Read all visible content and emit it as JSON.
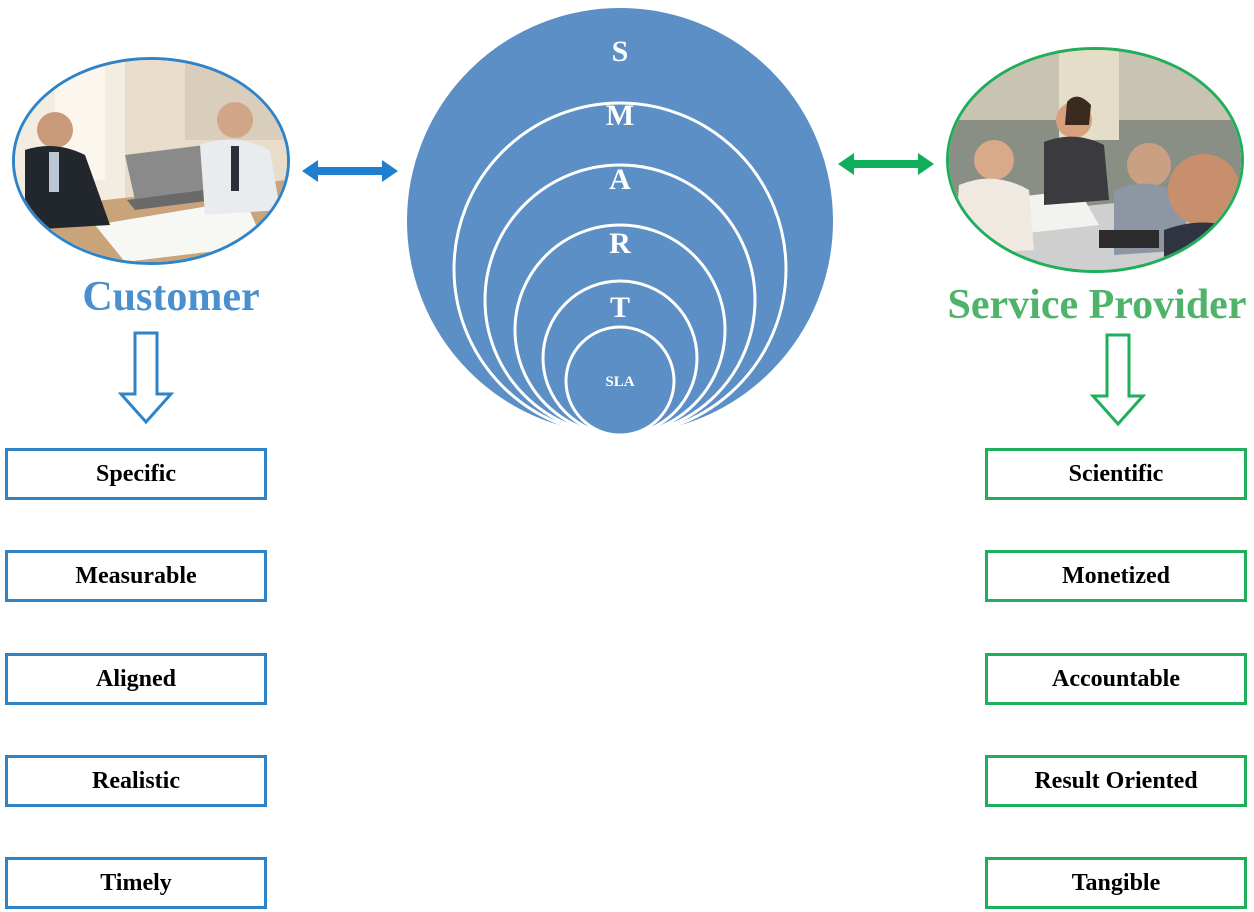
{
  "customer": {
    "title": "Customer",
    "color": "#4a90cf",
    "items": [
      "Specific",
      "Measurable",
      "Aligned",
      "Realistic",
      "Timely"
    ]
  },
  "provider": {
    "title": "Service Provider",
    "color": "#4fb36a",
    "items": [
      "Scientific",
      "Monetized",
      "Accountable",
      "Result Oriented",
      "Tangible"
    ]
  },
  "center": {
    "letters": [
      "S",
      "M",
      "A",
      "R",
      "T"
    ],
    "core_label": "SLA",
    "fill": "#5b8fc5"
  },
  "icons": {
    "left_connector": "double-arrow-icon",
    "right_connector": "double-arrow-icon",
    "down_arrow": "hollow-down-arrow-icon"
  }
}
